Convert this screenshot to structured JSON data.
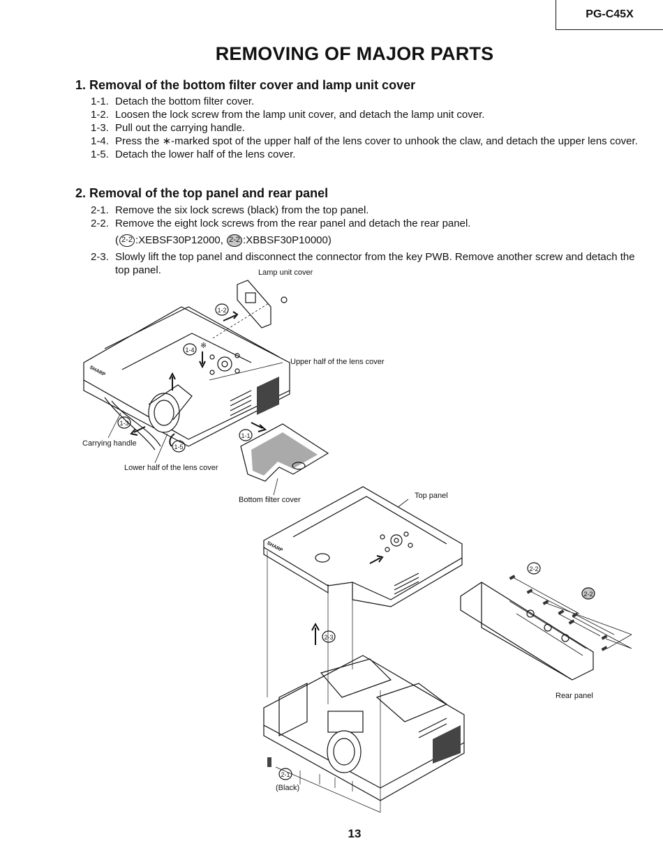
{
  "header": {
    "model": "PG-C45X"
  },
  "title": "REMOVING OF MAJOR PARTS",
  "sections": [
    {
      "heading": "1. Removal of the bottom filter cover and lamp unit cover",
      "steps": [
        {
          "num": "1-1.",
          "text": "Detach the bottom filter cover."
        },
        {
          "num": "1-2.",
          "text": "Loosen the lock screw from the lamp unit cover, and detach the lamp unit cover."
        },
        {
          "num": "1-3.",
          "text": "Pull out the carrying handle."
        },
        {
          "num": "1-4.",
          "text": "Press the ∗-marked spot of the upper half of the lens cover to unhook the claw, and detach the upper lens cover."
        },
        {
          "num": "1-5.",
          "text": "Detach the lower half of the lens cover."
        }
      ]
    },
    {
      "heading": "2. Removal of the top panel and rear panel",
      "steps": [
        {
          "num": "2-1.",
          "text": "Remove the six lock screws (black) from the top panel."
        },
        {
          "num": "2-2.",
          "text": "Remove the eight lock screws from the rear panel and detach the rear panel."
        },
        {
          "num": "2-3.",
          "text": "Slowly lift the top panel and disconnect the connector from the key PWB. Remove another screw and detach the top panel."
        }
      ],
      "screw_refs": {
        "open": "(",
        "ref_a": "2-2",
        "part_a": ":XEBSF30P12000,",
        "ref_b": "2-2",
        "part_b": ":XBBSF30P10000",
        "close": ")"
      }
    }
  ],
  "diagram": {
    "labels": {
      "lamp_unit_cover": "Lamp unit cover",
      "upper_lens_cover": "Upper half of the lens cover",
      "carrying_handle": "Carrying handle",
      "lower_lens_cover": "Lower half of the lens cover",
      "bottom_filter_cover": "Bottom filter cover",
      "top_panel": "Top panel",
      "rear_panel": "Rear panel",
      "black": "(Black)",
      "brand": "SHARP",
      "asterisk": "※"
    },
    "callouts": {
      "c1_1": "1-1",
      "c1_2": "1-2",
      "c1_3": "1-3",
      "c1_4": "1-4",
      "c1_5": "1-5",
      "c2_1": "2-1",
      "c2_2a": "2-2",
      "c2_2b": "2-2",
      "c2_3": "2-3"
    }
  },
  "footer": {
    "page_number": "13"
  }
}
